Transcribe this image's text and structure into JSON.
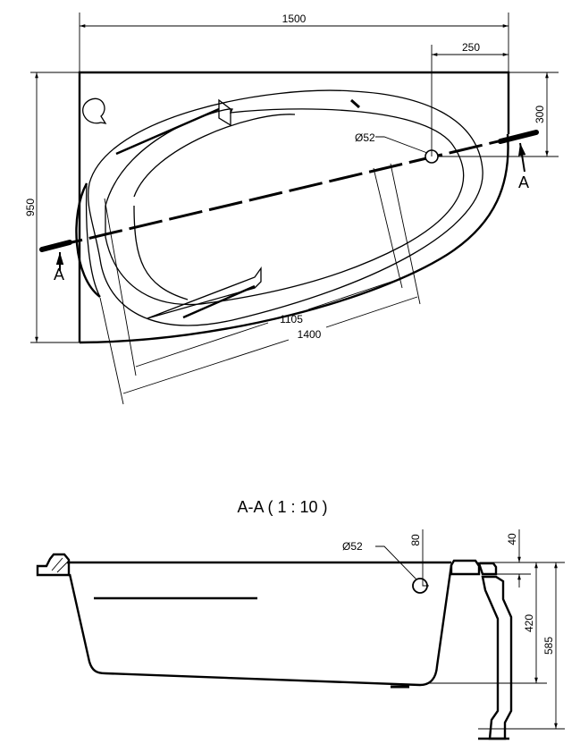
{
  "top_view": {
    "dim_width": "1500",
    "dim_drain_offset": "250",
    "dim_depth": "950",
    "dim_drain_depth": "300",
    "dim_inner_length": "1105",
    "dim_outer_length": "1400",
    "drain_label": "Ø52",
    "section_marker_left": "A",
    "section_marker_right": "A"
  },
  "section_view": {
    "title": "A-A ( 1 : 10 )",
    "drain_label": "Ø52",
    "dim_drain_height": "80",
    "dim_rim": "40",
    "dim_inner_depth": "420",
    "dim_total_height": "585"
  }
}
